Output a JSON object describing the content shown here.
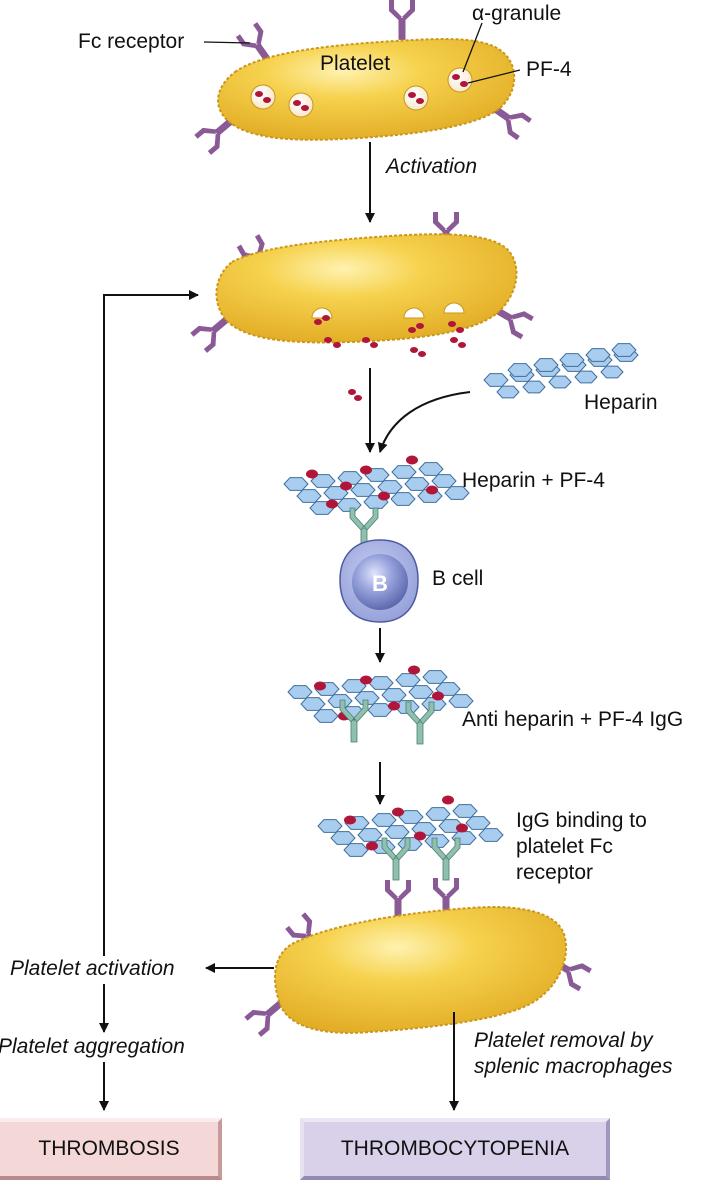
{
  "labels": {
    "fc_receptor": "Fc receptor",
    "platelet": "Platelet",
    "alpha_granule": "α-granule",
    "pf4": "PF-4",
    "activation": "Activation",
    "heparin": "Heparin",
    "heparin_pf4": "Heparin + PF-4",
    "b_cell": "B cell",
    "b_letter": "B",
    "anti_heparin_igg": "Anti heparin + PF-4 IgG",
    "igg_binding_line1": "IgG binding to",
    "igg_binding_line2": "platelet Fc",
    "igg_binding_line3": "receptor",
    "platelet_activation": "Platelet activation",
    "platelet_aggregation": "Platelet aggregation",
    "removal_line1": "Platelet removal by",
    "removal_line2": "splenic macrophages"
  },
  "outcomes": {
    "thrombosis": "THROMBOSIS",
    "thrombocytopenia": "THROMBOCYTOPENIA"
  },
  "colors": {
    "platelet_fill": "#f2c233",
    "platelet_edge": "#c9971a",
    "receptor": "#8a5a96",
    "pf4_red": "#b0163a",
    "heparin_blue": "#a9cdef",
    "heparin_edge": "#3f6f9f",
    "antibody": "#8fbfae",
    "b_cell": "#7f8ed0",
    "thrombosis_box": "#f4d7d7",
    "thrombocytopenia_box": "#d9d0ea"
  }
}
